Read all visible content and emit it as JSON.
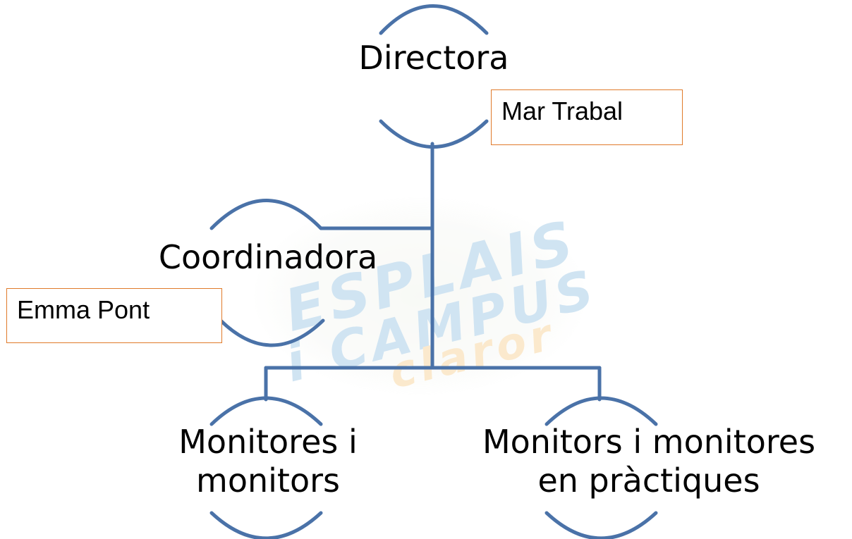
{
  "org_chart": {
    "root": {
      "title": "Directora",
      "person": "Mar Trabal",
      "children": [
        {
          "title": "Coordinadora",
          "person": "Emma Pont"
        },
        {
          "title_lines": [
            "Monitores i",
            "monitors"
          ]
        },
        {
          "title_lines": [
            "Monitors i monitores",
            "en pràctiques"
          ]
        }
      ]
    }
  },
  "colors": {
    "connector": "#4a72a8",
    "name_box_border": "#e07a2a",
    "text": "#000000"
  }
}
